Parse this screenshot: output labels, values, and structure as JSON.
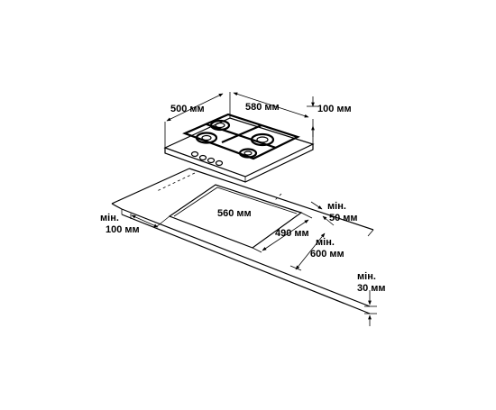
{
  "diagram": {
    "labels": {
      "hob_depth": "500 мм",
      "hob_width": "580 мм",
      "hob_height": "100 мм",
      "min_label": "мін.",
      "side_clearance_min": "мін.",
      "side_clearance": "100 мм",
      "back_clearance_min": "мін.",
      "back_clearance": "50 мм",
      "cutout_width": "560 мм",
      "cutout_depth": "490 мм",
      "worktop_depth_min": "мін.",
      "worktop_depth": "600 мм",
      "worktop_thickness_min": "мін.",
      "worktop_thickness": "30 мм"
    },
    "colors": {
      "line": "#000000",
      "background": "#ffffff"
    }
  }
}
